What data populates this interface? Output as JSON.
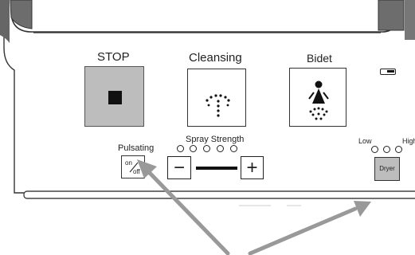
{
  "buttons": {
    "stop": {
      "label": "STOP",
      "icon": "stop-square-icon"
    },
    "cleansing": {
      "label": "Cleansing",
      "icon": "cleansing-spray-icon"
    },
    "bidet": {
      "label": "Bidet",
      "icon": "bidet-person-icon"
    },
    "pulsating": {
      "label": "Pulsating",
      "state_on": "on",
      "state_off": "off"
    },
    "spray_minus": {
      "label": "−"
    },
    "spray_plus": {
      "label": "+"
    },
    "dryer": {
      "label": "Dryer",
      "icon": "dryer-icon"
    }
  },
  "spray_strength": {
    "label": "Spray Strength",
    "levels": 5,
    "indicator_icon": "level-dot-icon"
  },
  "dryer_level": {
    "low_label": "Low",
    "high_label": "High",
    "levels": 3
  },
  "battery": {
    "icon": "battery-icon"
  },
  "annotations": {
    "arrow_color": "#999999",
    "arrow_icon": "pointer-arrow-icon"
  }
}
